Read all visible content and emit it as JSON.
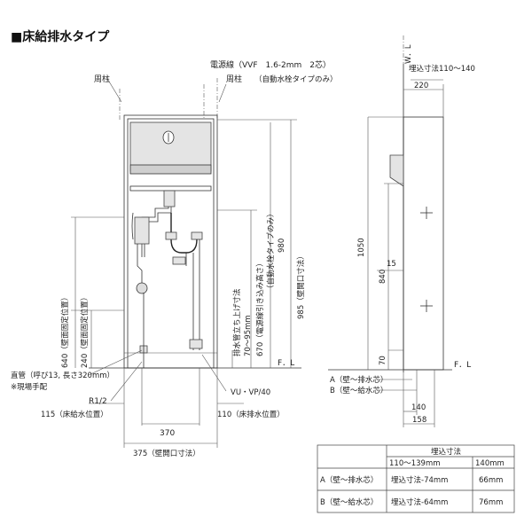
{
  "title": "■床給排水タイプ",
  "front": {
    "label_column_left": "周柱",
    "label_column_right": "周柱",
    "label_power_line": "電源線（VVF　1.6-2mm　2芯）",
    "label_auto_faucet": "（自動水栓タイプのみ）",
    "dim_640": "640（壁面固定位置）",
    "dim_240": "240（壁面固定位置）",
    "dim_985": "985（壁開口寸法）",
    "dim_980": "980",
    "dim_drain_rise": "排水管立ち上げ寸法",
    "dim_drain_rise_val": "70〜95mm",
    "dim_670": "670（電源線引き込み高さ）",
    "dim_670_note": "（自動水栓タイプのみ）",
    "label_fl": "F．L",
    "label_straight_pipe": "直管（呼び13, 長さ320mm）",
    "label_site_supply": "※現場手配",
    "label_r12": "R1/2",
    "label_115": "115（床給水位置）",
    "label_vu": "VU・VP/40",
    "label_110": "110（床排水位置）",
    "dim_370": "370",
    "dim_375": "375（壁開口寸法）"
  },
  "side": {
    "label_wl": "W．L",
    "label_embed": "埋込寸法110〜140",
    "dim_220": "220",
    "dim_1050": "1050",
    "dim_840": "840",
    "dim_15": "15",
    "dim_70": "70",
    "label_fl": "F．L",
    "label_a": "A（壁〜排水芯）",
    "label_b": "B（壁〜給水芯）",
    "dim_140": "140",
    "dim_158": "158"
  },
  "table": {
    "header": "埋込寸法",
    "col1": "110〜139mm",
    "col2": "140mm",
    "rows": [
      {
        "label": "A（壁〜排水芯）",
        "v1": "埋込寸法-74mm",
        "v2": "66mm"
      },
      {
        "label": "B（壁〜給水芯）",
        "v1": "埋込寸法-64mm",
        "v2": "76mm"
      }
    ]
  }
}
